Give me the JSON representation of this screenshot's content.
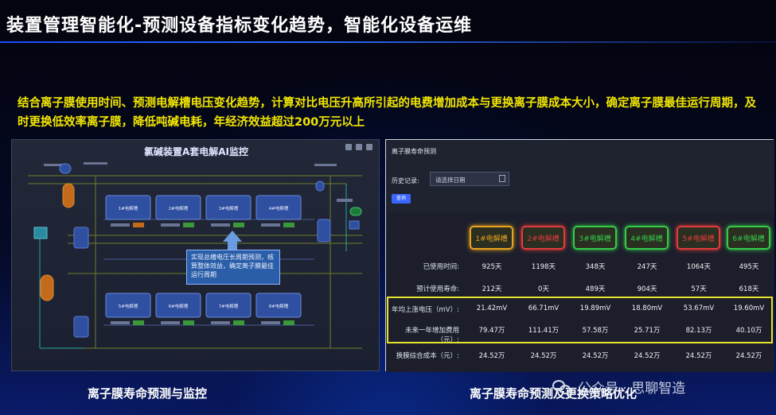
{
  "title": "装置管理智能化-预测设备指标变化趋势，智能化设备运维",
  "description": "结合离子膜使用时间、预测电解槽电压变化趋势，计算对比电压升高所引起的电费增加成本与更换离子膜成本大小，确定离子膜最佳运行周期，及时更换低效率离子膜，降低吨碱电耗，年经济效益超过200万元以上",
  "left_panel": {
    "title": "氯碱装置A套电解AI监控",
    "top_cells": [
      "1#电解槽",
      "2#电解槽",
      "3#电解槽",
      "4#电解槽"
    ],
    "bottom_cells": [
      "5#电解槽",
      "6#电解槽",
      "7#电解槽",
      "8#电解槽"
    ],
    "callout": "实现总槽电压长周期预测，核算整体效益，确定离子膜最佳运行周期"
  },
  "right_panel": {
    "header_title": "离子膜寿命预测",
    "date_label": "历史记录:",
    "date_placeholder": "请选择日期",
    "query_button": "查询",
    "cells": [
      {
        "name": "1#电解槽",
        "color": "#e8a21c"
      },
      {
        "name": "2#电解槽",
        "color": "#e23b3b"
      },
      {
        "name": "3#电解槽",
        "color": "#35c94a"
      },
      {
        "name": "4#电解槽",
        "color": "#35c94a"
      },
      {
        "name": "5#电解槽",
        "color": "#e23b3b"
      },
      {
        "name": "6#电解槽",
        "color": "#35c94a"
      }
    ],
    "rows": [
      {
        "label": "已使用时间:",
        "values": [
          "925天",
          "1198天",
          "348天",
          "247天",
          "1064天",
          "495天"
        ]
      },
      {
        "label": "预计使用寿命:",
        "values": [
          "212天",
          "0天",
          "489天",
          "904天",
          "57天",
          "618天"
        ]
      },
      {
        "label": "年均上涨电压（mV）:",
        "values": [
          "21.42mV",
          "66.71mV",
          "19.89mV",
          "18.80mV",
          "53.67mV",
          "19.60mV"
        ]
      },
      {
        "label": "未来一年增加费用（元）:",
        "values": [
          "79.47万",
          "111.41万",
          "57.58万",
          "25.71万",
          "82.13万",
          "40.10万"
        ]
      },
      {
        "label": "换膜综合成本（元）:",
        "values": [
          "24.52万",
          "24.52万",
          "24.52万",
          "24.52万",
          "24.52万",
          "24.52万"
        ]
      }
    ]
  },
  "captions": {
    "left": "离子膜寿命预测与监控",
    "right": "离子膜寿命预测及更换策略优化"
  },
  "watermark": "公众号 · 思聊智造",
  "colors": {
    "title_underline": "#2f6dff",
    "description_text": "#f2e600",
    "highlight_box": "#e6e229"
  }
}
